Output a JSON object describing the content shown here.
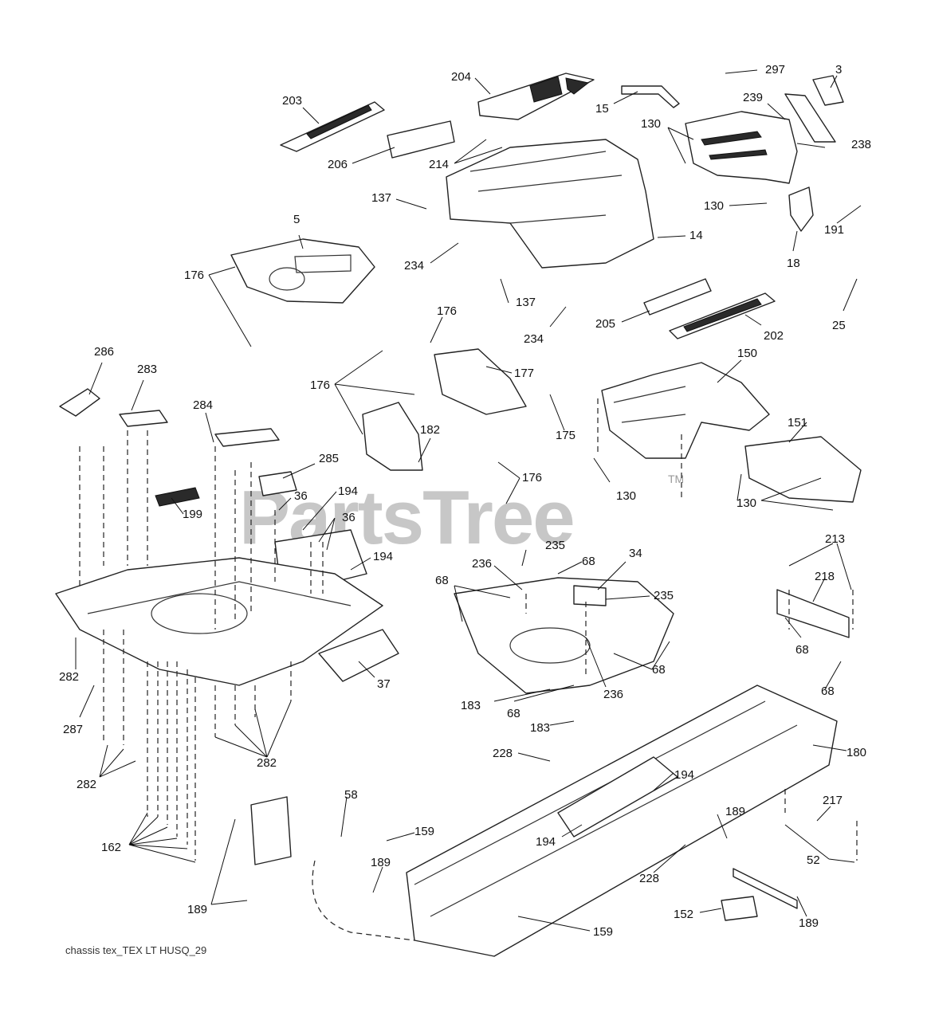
{
  "diagram": {
    "caption": "chassis tex_TEX LT HUSQ_29",
    "watermark": "PartsTree",
    "trademark": "TM",
    "callouts": [
      "297",
      "3",
      "204",
      "203",
      "15",
      "239",
      "130",
      "238",
      "206",
      "214",
      "137",
      "130",
      "191",
      "14",
      "5",
      "18",
      "234",
      "176",
      "137",
      "234",
      "25",
      "176",
      "205",
      "202",
      "286",
      "283",
      "150",
      "176",
      "177",
      "284",
      "182",
      "175",
      "151",
      "285",
      "176",
      "36",
      "194",
      "36",
      "130",
      "130",
      "199",
      "194",
      "235",
      "68",
      "236",
      "34",
      "68",
      "235",
      "213",
      "218",
      "68",
      "68",
      "282",
      "37",
      "68",
      "183",
      "236",
      "183",
      "287",
      "68",
      "282",
      "228",
      "194",
      "180",
      "282",
      "217",
      "58",
      "189",
      "159",
      "162",
      "189",
      "194",
      "228",
      "52",
      "189",
      "152",
      "159",
      "189"
    ]
  }
}
